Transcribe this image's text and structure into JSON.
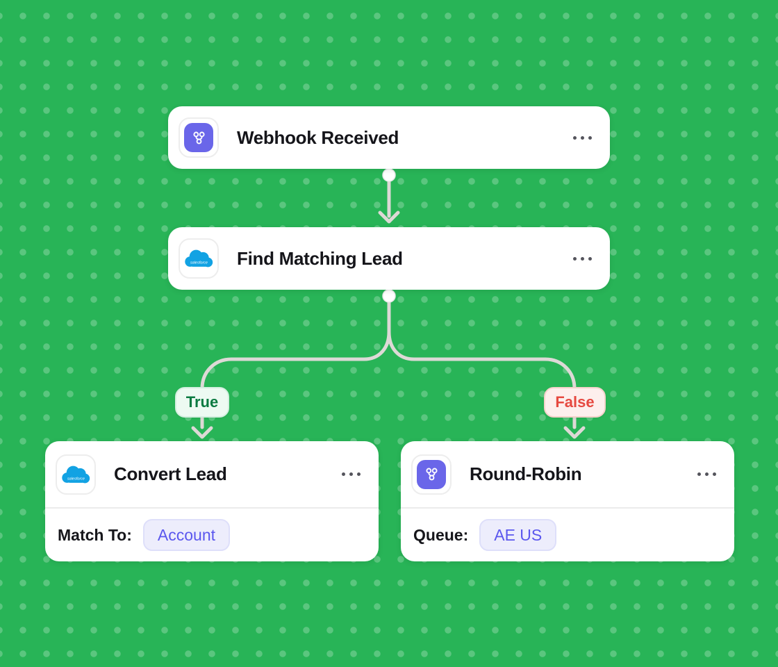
{
  "workflow": {
    "nodes": [
      {
        "title": "Webhook Received",
        "icon": "webhook-icon"
      },
      {
        "title": "Find Matching Lead",
        "icon": "salesforce-icon"
      },
      {
        "title": "Convert Lead",
        "icon": "salesforce-icon",
        "param": {
          "label": "Match To:",
          "value": "Account"
        }
      },
      {
        "title": "Round-Robin",
        "icon": "webhook-icon",
        "param": {
          "label": "Queue:",
          "value": "AE US"
        }
      }
    ],
    "edges": {
      "true_label": "True",
      "false_label": "False"
    }
  },
  "icons": {
    "node_menu": "ellipsis-icon",
    "webhook": "webhook-icon",
    "salesforce": "salesforce-icon",
    "branch_arrow": "arrowhead-icon",
    "connector_handle": "connector-handle",
    "salesforce_wordmark": "salesforce"
  },
  "colors": {
    "canvas_green": "#28b457",
    "canvas_dot": "rgba(255,255,255,0.24)",
    "node_accent_purple": "#6a66e9",
    "salesforce_blue": "#12a2e3",
    "true_green_text": "#0a7a41",
    "true_pill_bg": "#edfaf2",
    "false_red_text": "#e64940",
    "false_pill_bg": "#fdefed",
    "value_chip_text": "#5b57ee",
    "value_chip_bg": "#ededfc",
    "connector_gray": "#ddd9d6",
    "title_text": "#15151a"
  }
}
